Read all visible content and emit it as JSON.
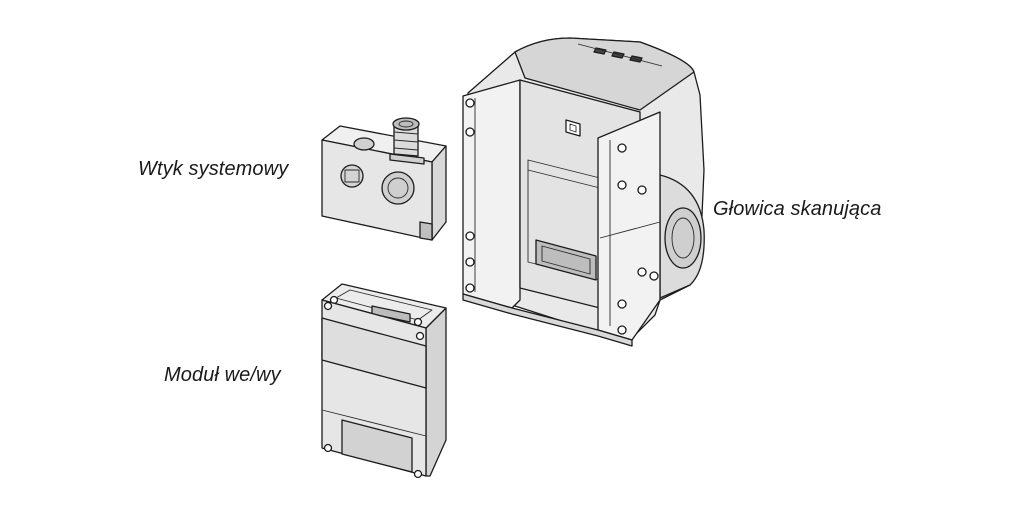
{
  "labels": {
    "system_plug": "Wtyk systemowy",
    "scanner_head": "Głowica skanująca",
    "io_module": "Moduł we/wy"
  }
}
